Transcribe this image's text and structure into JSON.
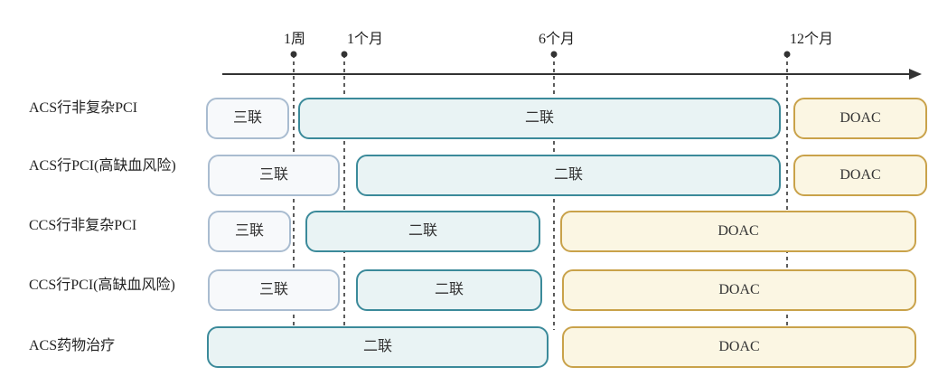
{
  "timeline": {
    "markers": [
      {
        "label": "1周"
      },
      {
        "label": "1个月"
      },
      {
        "label": "6个月"
      },
      {
        "label": "12个月"
      }
    ]
  },
  "rows": [
    {
      "label": "ACS行非复杂PCI",
      "segments": [
        {
          "type": "triple",
          "label": "三联"
        },
        {
          "type": "dual",
          "label": "二联"
        },
        {
          "type": "doac",
          "label": "DOAC"
        }
      ]
    },
    {
      "label": "ACS行PCI(高缺血风险)",
      "segments": [
        {
          "type": "triple",
          "label": "三联"
        },
        {
          "type": "dual",
          "label": "二联"
        },
        {
          "type": "doac",
          "label": "DOAC"
        }
      ]
    },
    {
      "label": "CCS行非复杂PCI",
      "segments": [
        {
          "type": "triple",
          "label": "三联"
        },
        {
          "type": "dual",
          "label": "二联"
        },
        {
          "type": "doac",
          "label": "DOAC"
        }
      ]
    },
    {
      "label": "CCS行PCI(高缺血风险)",
      "segments": [
        {
          "type": "triple",
          "label": "三联"
        },
        {
          "type": "dual",
          "label": "二联"
        },
        {
          "type": "doac",
          "label": "DOAC"
        }
      ]
    },
    {
      "label": "ACS药物治疗",
      "segments": [
        {
          "type": "dual",
          "label": "二联"
        },
        {
          "type": "doac",
          "label": "DOAC"
        }
      ]
    }
  ],
  "colors": {
    "triple_border": "#a9bcd0",
    "dual_border": "#3b8a9a",
    "doac_border": "#c9a24a",
    "axis": "#333333"
  }
}
